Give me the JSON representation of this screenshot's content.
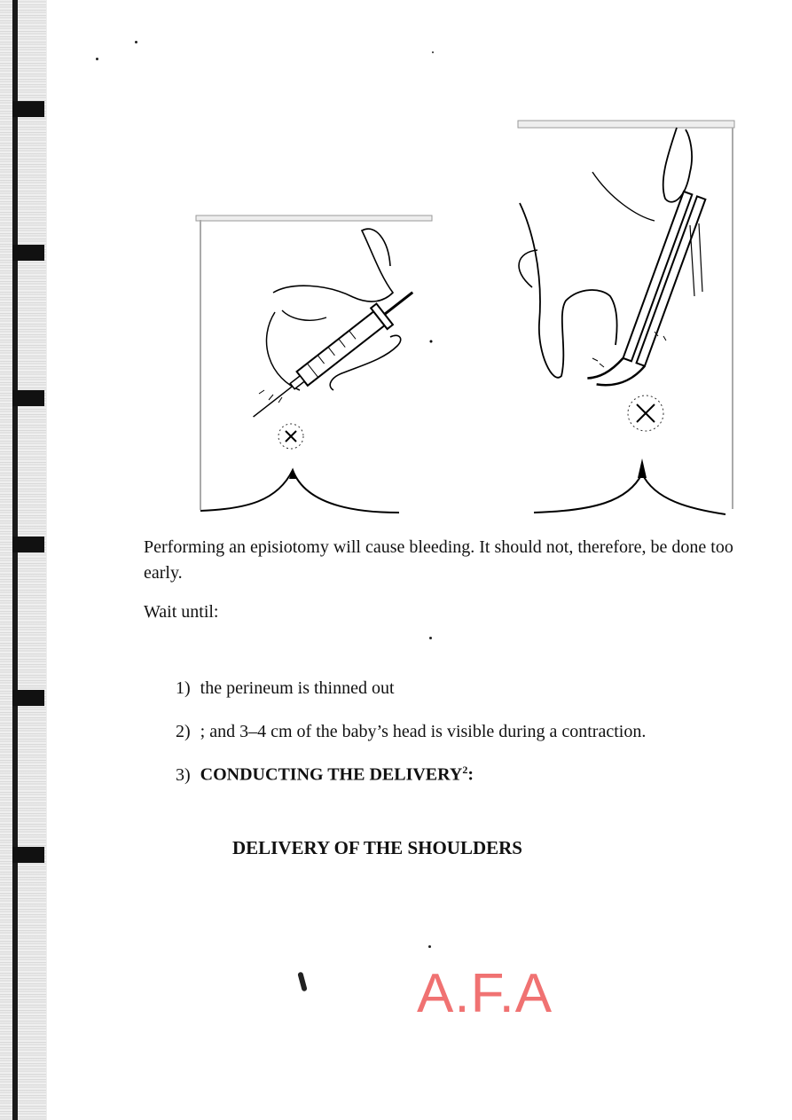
{
  "body": {
    "paragraph_1": "Performing an episiotomy will cause bleeding. It should not, therefore, be done too early.",
    "paragraph_2": "Wait until:"
  },
  "list": [
    {
      "num": "1)",
      "text": "the perineum is thinned out"
    },
    {
      "num": "2)",
      "text": "; and 3–4 cm of the baby’s head is visible during a contraction."
    },
    {
      "num": "3)",
      "text": "CONDUCTING THE DELIVERY",
      "superscript": "2",
      "suffix": ":"
    }
  ],
  "section_heading": "DELIVERY OF THE SHOULDERS",
  "stamp": {
    "text": "A.F.A",
    "color": "#f07272"
  },
  "figures": [
    {
      "icon": "syringe-injection-illustration"
    },
    {
      "icon": "scissors-episiotomy-illustration"
    }
  ]
}
